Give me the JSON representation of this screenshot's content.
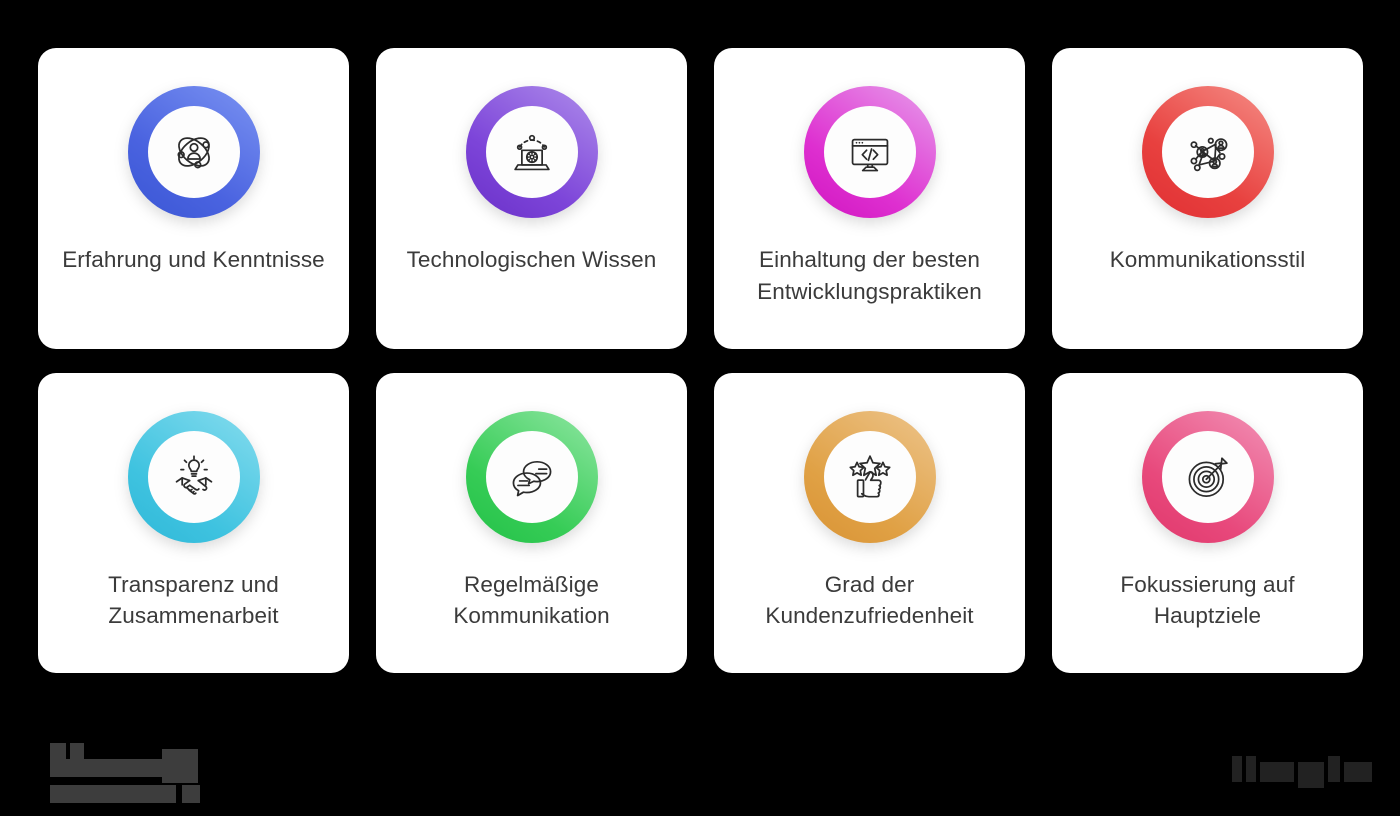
{
  "background_color": "#000000",
  "card_color": "#ffffff",
  "label_color": "#3b3b3b",
  "cards": [
    {
      "id": "erfahrung-und-kenntnisse",
      "label": "Erfahrung und Kenntnisse",
      "icon": "atom-person-icon",
      "ring_class": "ring-blue",
      "ring_colors": [
        "#3a56d4",
        "#7b93f2"
      ]
    },
    {
      "id": "technologischen-wissen",
      "label": "Technologischen Wissen",
      "icon": "laptop-gear-icon",
      "ring_class": "ring-purple",
      "ring_colors": [
        "#6a30c8",
        "#ae8ceb"
      ]
    },
    {
      "id": "einhaltung-der-besten-entwicklungspraktiken",
      "label": "Einhaltung der besten Entwicklungspraktiken",
      "icon": "monitor-code-icon",
      "ring_class": "ring-magenta",
      "ring_colors": [
        "#d015c0",
        "#e79ceb"
      ]
    },
    {
      "id": "kommunikationsstil",
      "label": "Kommunikationsstil",
      "icon": "people-network-icon",
      "ring_class": "ring-red",
      "ring_colors": [
        "#e02f33",
        "#f58d86"
      ]
    },
    {
      "id": "transparenz-und-zusammenarbeit",
      "label": "Transparenz und Zusammenarbeit",
      "icon": "handshake-lightbulb-icon",
      "ring_class": "ring-cyan",
      "ring_colors": [
        "#2fb8d8",
        "#86dcee"
      ]
    },
    {
      "id": "regelmaessige-kommunikation",
      "label": "Regelmäßige Kommunikation",
      "icon": "speech-bubbles-icon",
      "ring_class": "ring-green",
      "ring_colors": [
        "#23c148",
        "#8fe6a2"
      ]
    },
    {
      "id": "grad-der-kundenzufriedenheit",
      "label": "Grad der Kundenzufriedenheit",
      "icon": "thumbs-up-stars-icon",
      "ring_class": "ring-orange",
      "ring_colors": [
        "#d99334",
        "#edc48b"
      ]
    },
    {
      "id": "fokussierung-auf-hauptziele",
      "label": "Fokussierung auf Hauptziele",
      "icon": "target-arrow-icon",
      "ring_class": "ring-pink",
      "ring_colors": [
        "#e0376b",
        "#f291b6"
      ]
    }
  ],
  "footer": {
    "left_logo": "",
    "right_logo": "",
    "note": "redacted-logo-marks"
  }
}
